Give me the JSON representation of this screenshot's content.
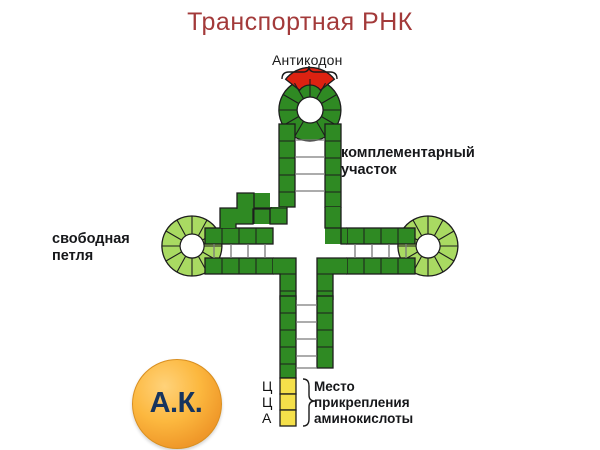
{
  "page": {
    "title": "Транспортная РНК",
    "title_color": "#a33a3a",
    "background": "#ffffff"
  },
  "labels": {
    "anticodon": "Антикодон",
    "complementary_region": "комплементарный\nучасток",
    "free_loop": "свободная\nпетля",
    "amino_acid_attachment": "Место\nприкрепления\nаминокислоты"
  },
  "amino_acid_badge": {
    "text": "А.К.",
    "fill_color": "#fcb83f",
    "text_color": "#16345e"
  },
  "acceptor_bases": [
    {
      "letter": "Ц",
      "block_color": "#f5e04a"
    },
    {
      "letter": "Ц",
      "block_color": "#f5e04a"
    },
    {
      "letter": "А",
      "block_color": "#f5e04a"
    }
  ],
  "colors": {
    "anticodon_red": "#dd2211",
    "stem_dark_green": "#2f8a23",
    "loop_light_green": "#a9da62",
    "outline": "#1d1d1d",
    "rung": "#7a7a7a",
    "label_text": "#16171a"
  },
  "structure": {
    "type": "tRNA cloverleaf",
    "arms": [
      {
        "name": "anticodon-arm",
        "loop_color": "#2f8a23",
        "highlight": "#dd2211",
        "rungs": 4
      },
      {
        "name": "d-arm-left",
        "loop_color": "#a9da62",
        "rungs": 4
      },
      {
        "name": "t-arm-right",
        "loop_color": "#a9da62",
        "rungs": 4
      },
      {
        "name": "acceptor-stem",
        "loop_color": "#2f8a23",
        "rungs": 5
      }
    ]
  }
}
